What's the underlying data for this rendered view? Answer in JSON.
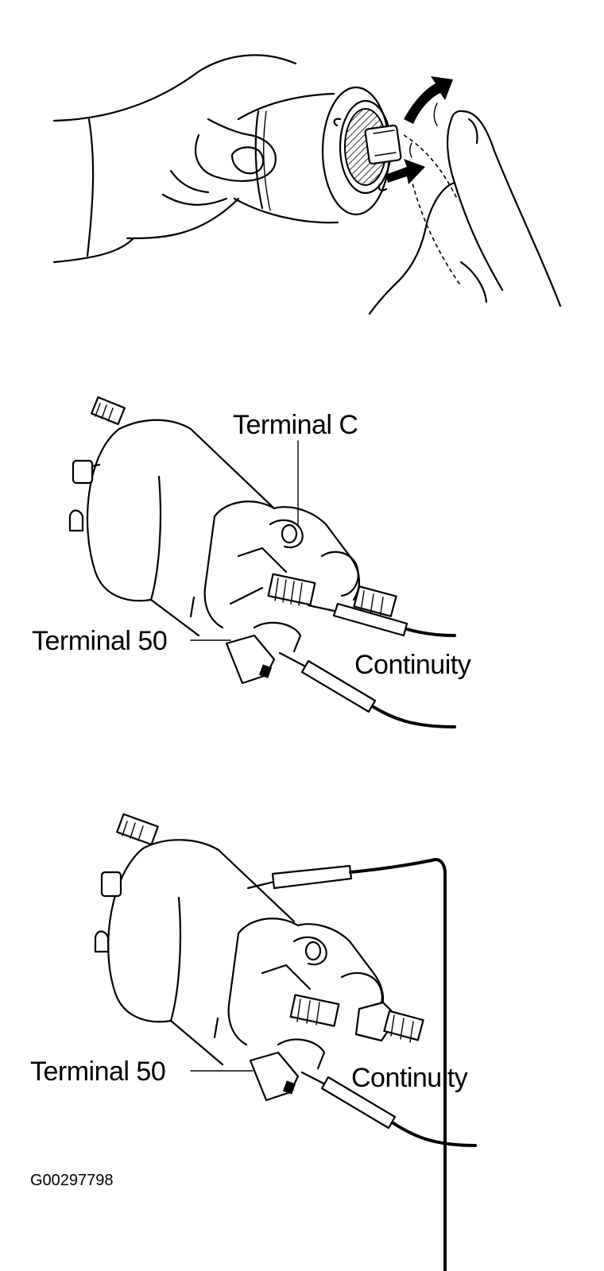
{
  "labels": {
    "panel2_terminal_c": "Terminal C",
    "panel2_terminal_50": "Terminal 50",
    "panel2_continuity": "Continuity",
    "panel3_terminal_50": "Terminal 50",
    "panel3_continuity": "Continuity"
  },
  "figure_code": "G00297798",
  "colors": {
    "ink": "#000000",
    "paper": "#ffffff"
  }
}
